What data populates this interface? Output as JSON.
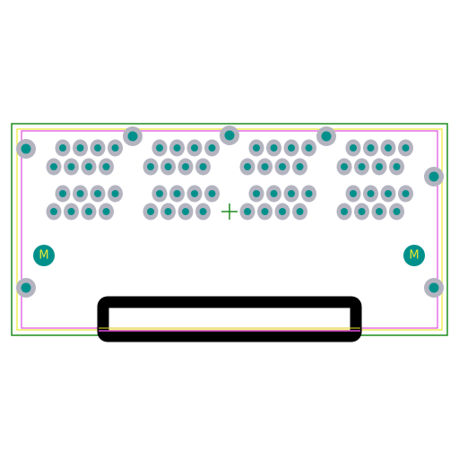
{
  "footprint": {
    "mounting_label": "M",
    "colors": {
      "background": "#ffffff",
      "courtyard": "#1e8c1e",
      "fab_outline": "#e04ce0",
      "assembly_outline": "#e8e830",
      "silkscreen": "#000000",
      "pad_copper": "#b4b4c0",
      "drill": "#00908c",
      "mount_text": "#e8e830",
      "origin_cross": "#1e8c1e"
    },
    "pad_grid": {
      "groups": 4,
      "rows_per_group": 4,
      "pins_per_row": 4
    },
    "side_pads": 7,
    "mounting_holes": 2
  }
}
